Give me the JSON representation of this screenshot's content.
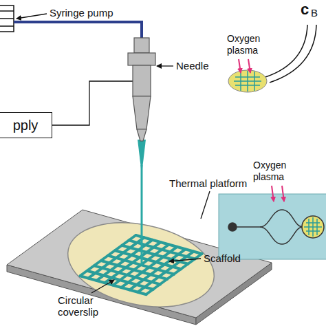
{
  "diagram": {
    "nodes": [
      {
        "text": [
          "pply"
        ]
      }
    ],
    "labels": [
      "Syringe pump",
      "Needle",
      "Thermal platform",
      "Scaffold",
      "Circular coverslip",
      "c",
      "Oxygen plasma",
      "B",
      "Oxygen plasma"
    ]
  }
}
